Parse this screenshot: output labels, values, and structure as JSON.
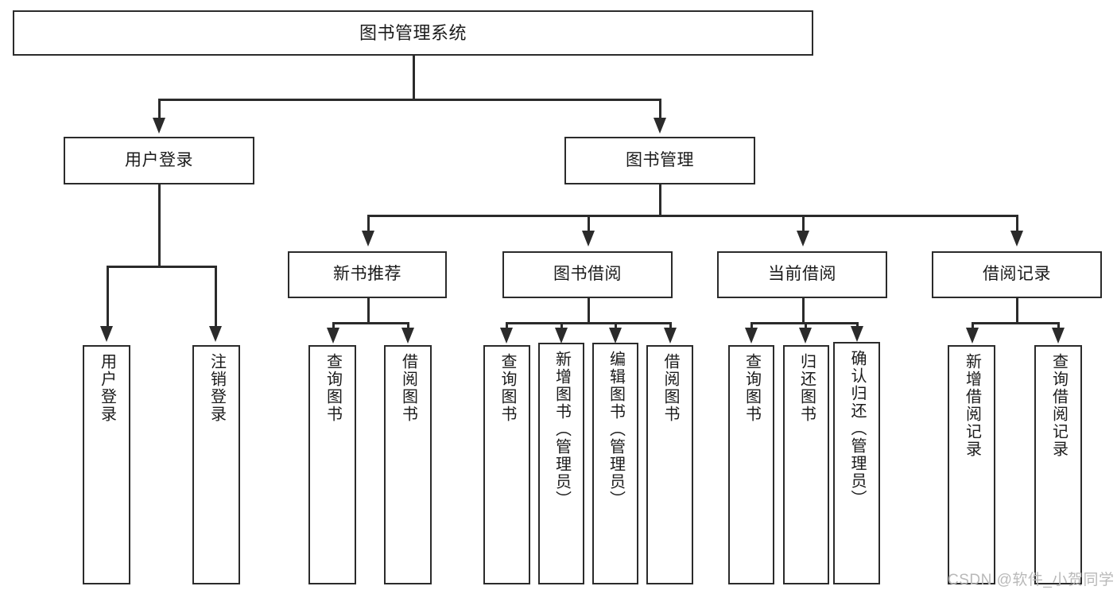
{
  "diagram": {
    "type": "tree-hierarchy",
    "title": "图书管理系统",
    "root": {
      "label": "图书管理系统"
    },
    "level1": [
      {
        "label": "用户登录"
      },
      {
        "label": "图书管理"
      }
    ],
    "level2": [
      {
        "label": "新书推荐"
      },
      {
        "label": "图书借阅"
      },
      {
        "label": "当前借阅"
      },
      {
        "label": "借阅记录"
      }
    ],
    "leaves": {
      "user_login": [
        {
          "label": "用户登录"
        },
        {
          "label": "注销登录"
        }
      ],
      "new_book_recommend": [
        {
          "label": "查询图书"
        },
        {
          "label": "借阅图书"
        }
      ],
      "book_borrow": [
        {
          "label": "查询图书"
        },
        {
          "label": "新增图书（管理员）"
        },
        {
          "label": "编辑图书（管理员）"
        },
        {
          "label": "借阅图书"
        }
      ],
      "current_borrow": [
        {
          "label": "查询图书"
        },
        {
          "label": "归还图书"
        },
        {
          "label": "确认归还（管理员）"
        }
      ],
      "borrow_record": [
        {
          "label": "新增借阅记录"
        },
        {
          "label": "查询借阅记录"
        }
      ]
    }
  },
  "watermark": {
    "text": "CSDN @软件_小贺同学"
  },
  "colors": {
    "stroke": "#2b2b2b",
    "background": "#ffffff",
    "text": "#1b1b1b",
    "watermark": "#b9b9b9"
  }
}
